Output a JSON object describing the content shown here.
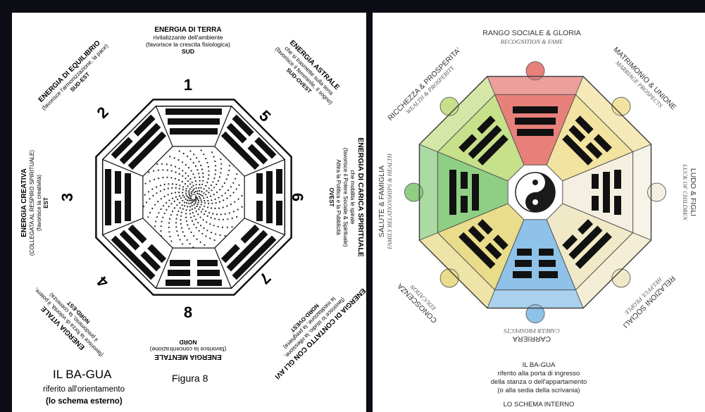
{
  "left": {
    "sectors": {
      "top": {
        "number": "1",
        "title": "ENERGIA DI TERRA",
        "line1": "rivitalizzante dell'ambiente",
        "line2": "(favorisce la crescita fisiologica)",
        "dir": "SUD"
      },
      "top_right": {
        "number": "5",
        "title": "ENERGIA ASTRALE",
        "line1": "che si trasmette sulla terra",
        "line2": "(favorisce il femminile, il sogno)",
        "dir": "SUD-OVEST"
      },
      "right": {
        "number": "6",
        "title": "ENERGIA DI CARICA SPIRITUALE",
        "line1": "che mobilita le spirale",
        "line2": "(favorisce il Potere Sociale & Spirituale)",
        "line3": "Attira la Politica e la Pubblicità",
        "dir": "OVEST"
      },
      "bottom_right": {
        "number": "7",
        "title": "ENERGIA DI CONTATTO CON GLI AVI",
        "line1": "(favorisce lo studio, la riflessione,",
        "line2": "la meditazione, la preghiera)",
        "dir": "NORD-OVEST"
      },
      "bottom": {
        "number": "8",
        "title": "ENERGIA MENTALE",
        "line1": "(favorisce la concentrazione)",
        "dir": "NORD"
      },
      "bottom_left": {
        "number": "4",
        "title": "ENERGIA VITALE",
        "line1": "(favorisce la forza di volontà, il potere,",
        "line2": "il predominio, la coerenza)",
        "dir": "NORD-EST"
      },
      "left": {
        "number": "3",
        "title": "ENERGIA CREATIVA",
        "line1": "(COLLEGATA AL RESPIRO SPIRITUALE)",
        "line2": "(favorisce la creatività)",
        "dir": "EST"
      },
      "top_left": {
        "number": "2",
        "title": "ENERGIA DI EQUILIBRIO",
        "line1": "(favorisce l'armonizzazione, la pace)",
        "dir": "SUD-EST"
      }
    },
    "caption_title": "IL BA-GUA",
    "caption_sub1": "riferito all'orientamento",
    "caption_sub2": "(lo schema esterno)",
    "figure_label": "Figura 8"
  },
  "right": {
    "areas": {
      "top": {
        "title": "RANGO SOCIALE & GLORIA",
        "sub": "RECOGNITION & FAME",
        "color": "#e8807a"
      },
      "top_right": {
        "title": "MATRIMONIO & UNIONE",
        "sub": "MARRIAGE PROSPECTS",
        "color": "#f2e3a0"
      },
      "right": {
        "title": "LUDO & FIGLI",
        "sub": "LUCK OF CHILDREN",
        "color": "#f4efe0"
      },
      "bottom_right": {
        "title": "RELAZIONI SOCIALI",
        "sub": "HELPFUL PEOPLE",
        "color": "#f0e9c8"
      },
      "bottom": {
        "title": "CARRIERA",
        "sub": "CAREER PROSPECTS",
        "color": "#8ec2e8"
      },
      "bottom_left": {
        "title": "CONOSCENZA",
        "sub": "EDUCATION",
        "color": "#e9dc8a"
      },
      "left": {
        "title": "SALUTE & FAMIGLIA",
        "sub": "FAMILY RELATIONSHIPS & HEALTH",
        "color": "#8fcf84"
      },
      "top_left": {
        "title": "RICCHEZZA & PROSPERITA'",
        "sub": "WEALTH & PROSPERITY",
        "color": "#c7e08a"
      }
    },
    "caption_line1": "IL BA-GUA",
    "caption_line2": "riferito alla porta di ingresso",
    "caption_line3": "della stanza o dell'appartamento",
    "caption_line4": "(o alla sedia della scrivania)",
    "caption_line5": "LO SCHEMA INTERNO"
  }
}
